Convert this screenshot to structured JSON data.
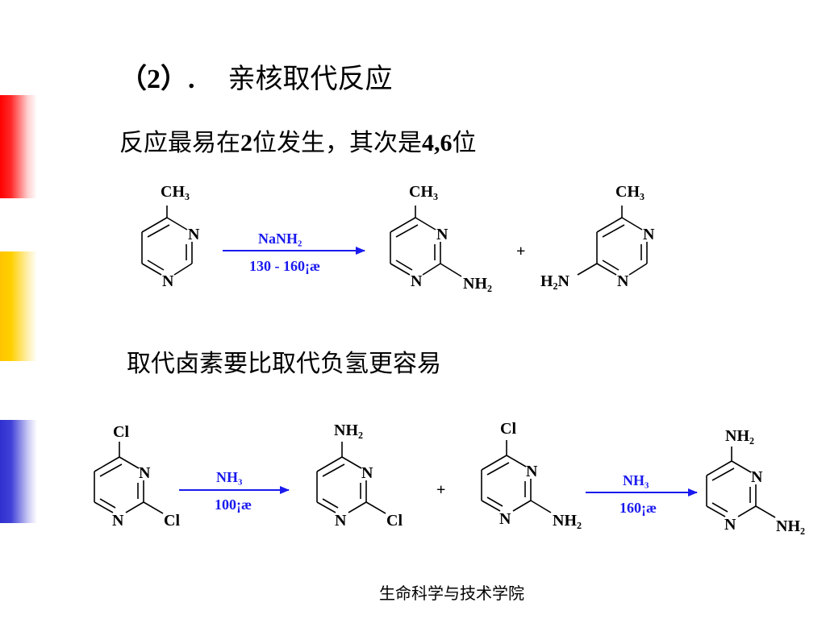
{
  "title": {
    "prefix": "（2）.",
    "text": "亲核取代反应"
  },
  "line1": {
    "a": "反应最易在",
    "b": "2",
    "c": "位发生，其次是",
    "d": "4,6",
    "e": "位"
  },
  "line2": "取代卤素要比取代负氢更容易",
  "reaction1": {
    "reagent": "NaNH₂",
    "condition": "130 - 160¡æ",
    "plus": "+",
    "labels": {
      "ch3": "CH₃",
      "n": "N",
      "nh2": "NH₂",
      "h2n": "H₂N"
    }
  },
  "reaction2": {
    "reagent1": "NH₃",
    "condition1": "100¡æ",
    "reagent2": "NH₃",
    "condition2": "160¡æ",
    "plus": "+",
    "labels": {
      "cl": "Cl",
      "n": "N",
      "nh2": "NH₂"
    }
  },
  "footer": "生命科学与技术学院",
  "colors": {
    "arrow": "#1a1aee",
    "bar_red": "#ff0000",
    "bar_yellow": "#ffc400",
    "bar_blue": "#3030d0"
  }
}
